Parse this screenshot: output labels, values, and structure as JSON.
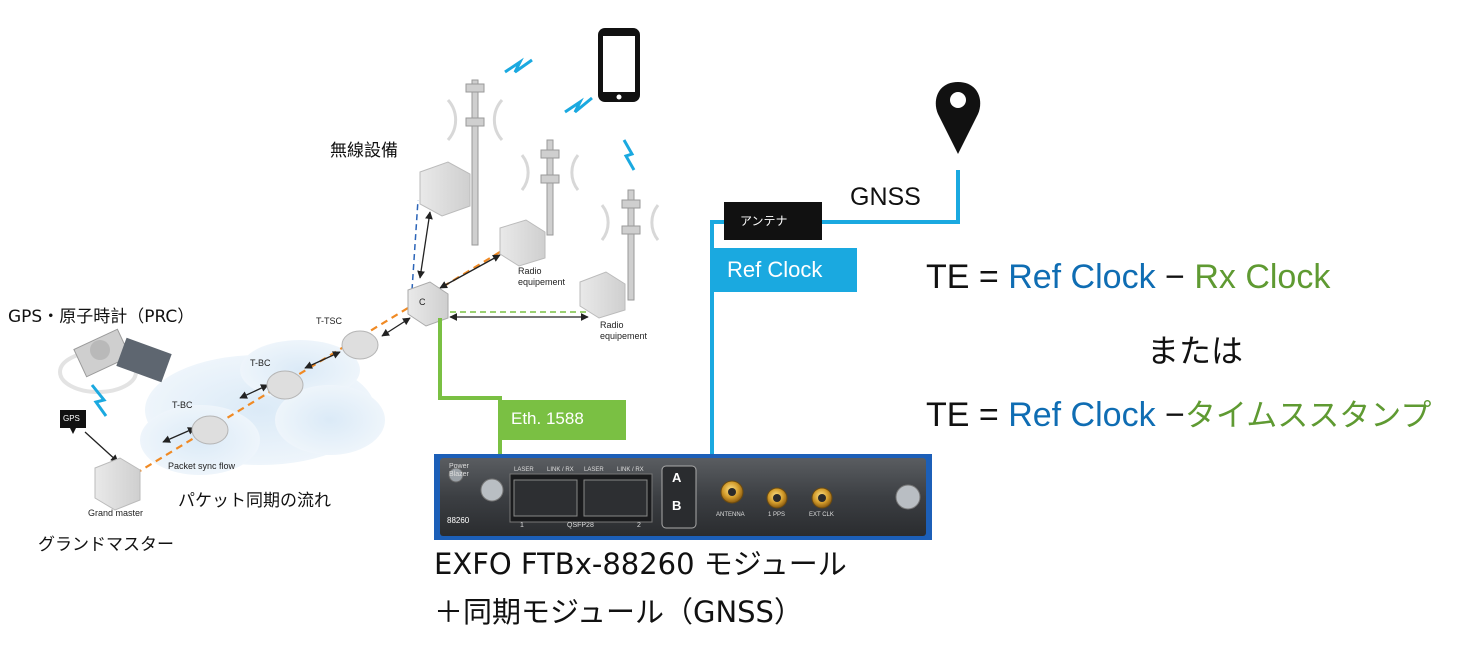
{
  "labels": {
    "musen": "無線設備",
    "gps_prc": "GPS・原子時計（PRC）",
    "gps_badge": "GPS",
    "grand_master": "Grand master",
    "grand_master_ja": "グランドマスター",
    "packet_sync_flow": "Packet sync flow",
    "packet_flow_ja": "パケット同期の流れ",
    "tbc1": "T-BC",
    "tbc2": "T-BC",
    "ttsc": "T-TSC",
    "c_node": "C",
    "radio1": "Radio\nequipement",
    "radio2": "Radio\nequipement"
  },
  "connectors": {
    "antenna": "アンテナ",
    "gnss": "GNSS",
    "ref_clock": "Ref Clock",
    "eth_1588": "Eth. 1588"
  },
  "equations": {
    "line1_prefix": "TE = ",
    "line1_ref": "Ref Clock",
    "line1_op": " − ",
    "line1_rx": "Rx Clock",
    "or": "または",
    "line2_prefix": "TE = ",
    "line2_ref": "Ref Clock",
    "line2_op": " −",
    "line2_ts": "タイムススタンプ"
  },
  "module": {
    "brand_top": "Power",
    "brand_bottom": "Blazer",
    "model_badge": "88260",
    "port_laser1": "LASER",
    "port_link1": "LINK / RX",
    "port_laser2": "LASER",
    "port_link2": "LINK / RX",
    "port_num1": "1",
    "port_qsfp": "QSFP28",
    "port_num2": "2",
    "ab_a": "A",
    "ab_b": "B",
    "sma_antenna": "ANTENNA",
    "sma_1pps": "1 PPS",
    "sma_ext": "EXT CLK",
    "title1": "EXFO FTBx-88260 モジュール",
    "title2": "＋同期モジュール（GNSS）"
  },
  "colors": {
    "cyan_line": "#1aa9e0",
    "green_line": "#7ac043",
    "eq_blue": "#0f6db3",
    "eq_green": "#5f9a32",
    "orange_dash": "#f08a24",
    "module_blue": "#1c5fb8"
  }
}
